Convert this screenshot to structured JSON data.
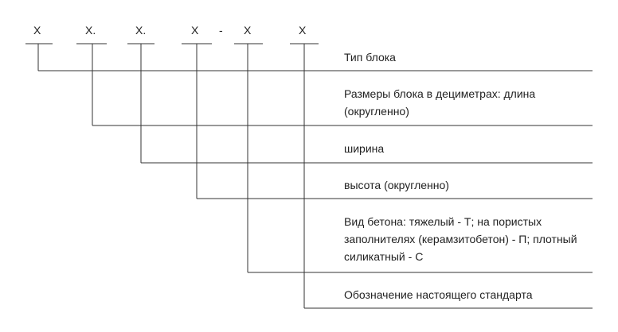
{
  "code": {
    "pos1": "X",
    "pos2": "X.",
    "pos3": "X.",
    "pos4": "X",
    "dash": "-",
    "pos5": "X",
    "pos6": "X"
  },
  "descriptions": {
    "block_type": "Тип блока",
    "length": "Размеры блока в дециметрах: длина (округленно)",
    "width": "ширина",
    "height": "высота (округленно)",
    "concrete_type": "Вид бетона: тяжелый - Т; на пористых заполнителях (керамзитобетон) - П; плотный силикатный - С",
    "standard": "Обозначение настоящего стандарта"
  }
}
